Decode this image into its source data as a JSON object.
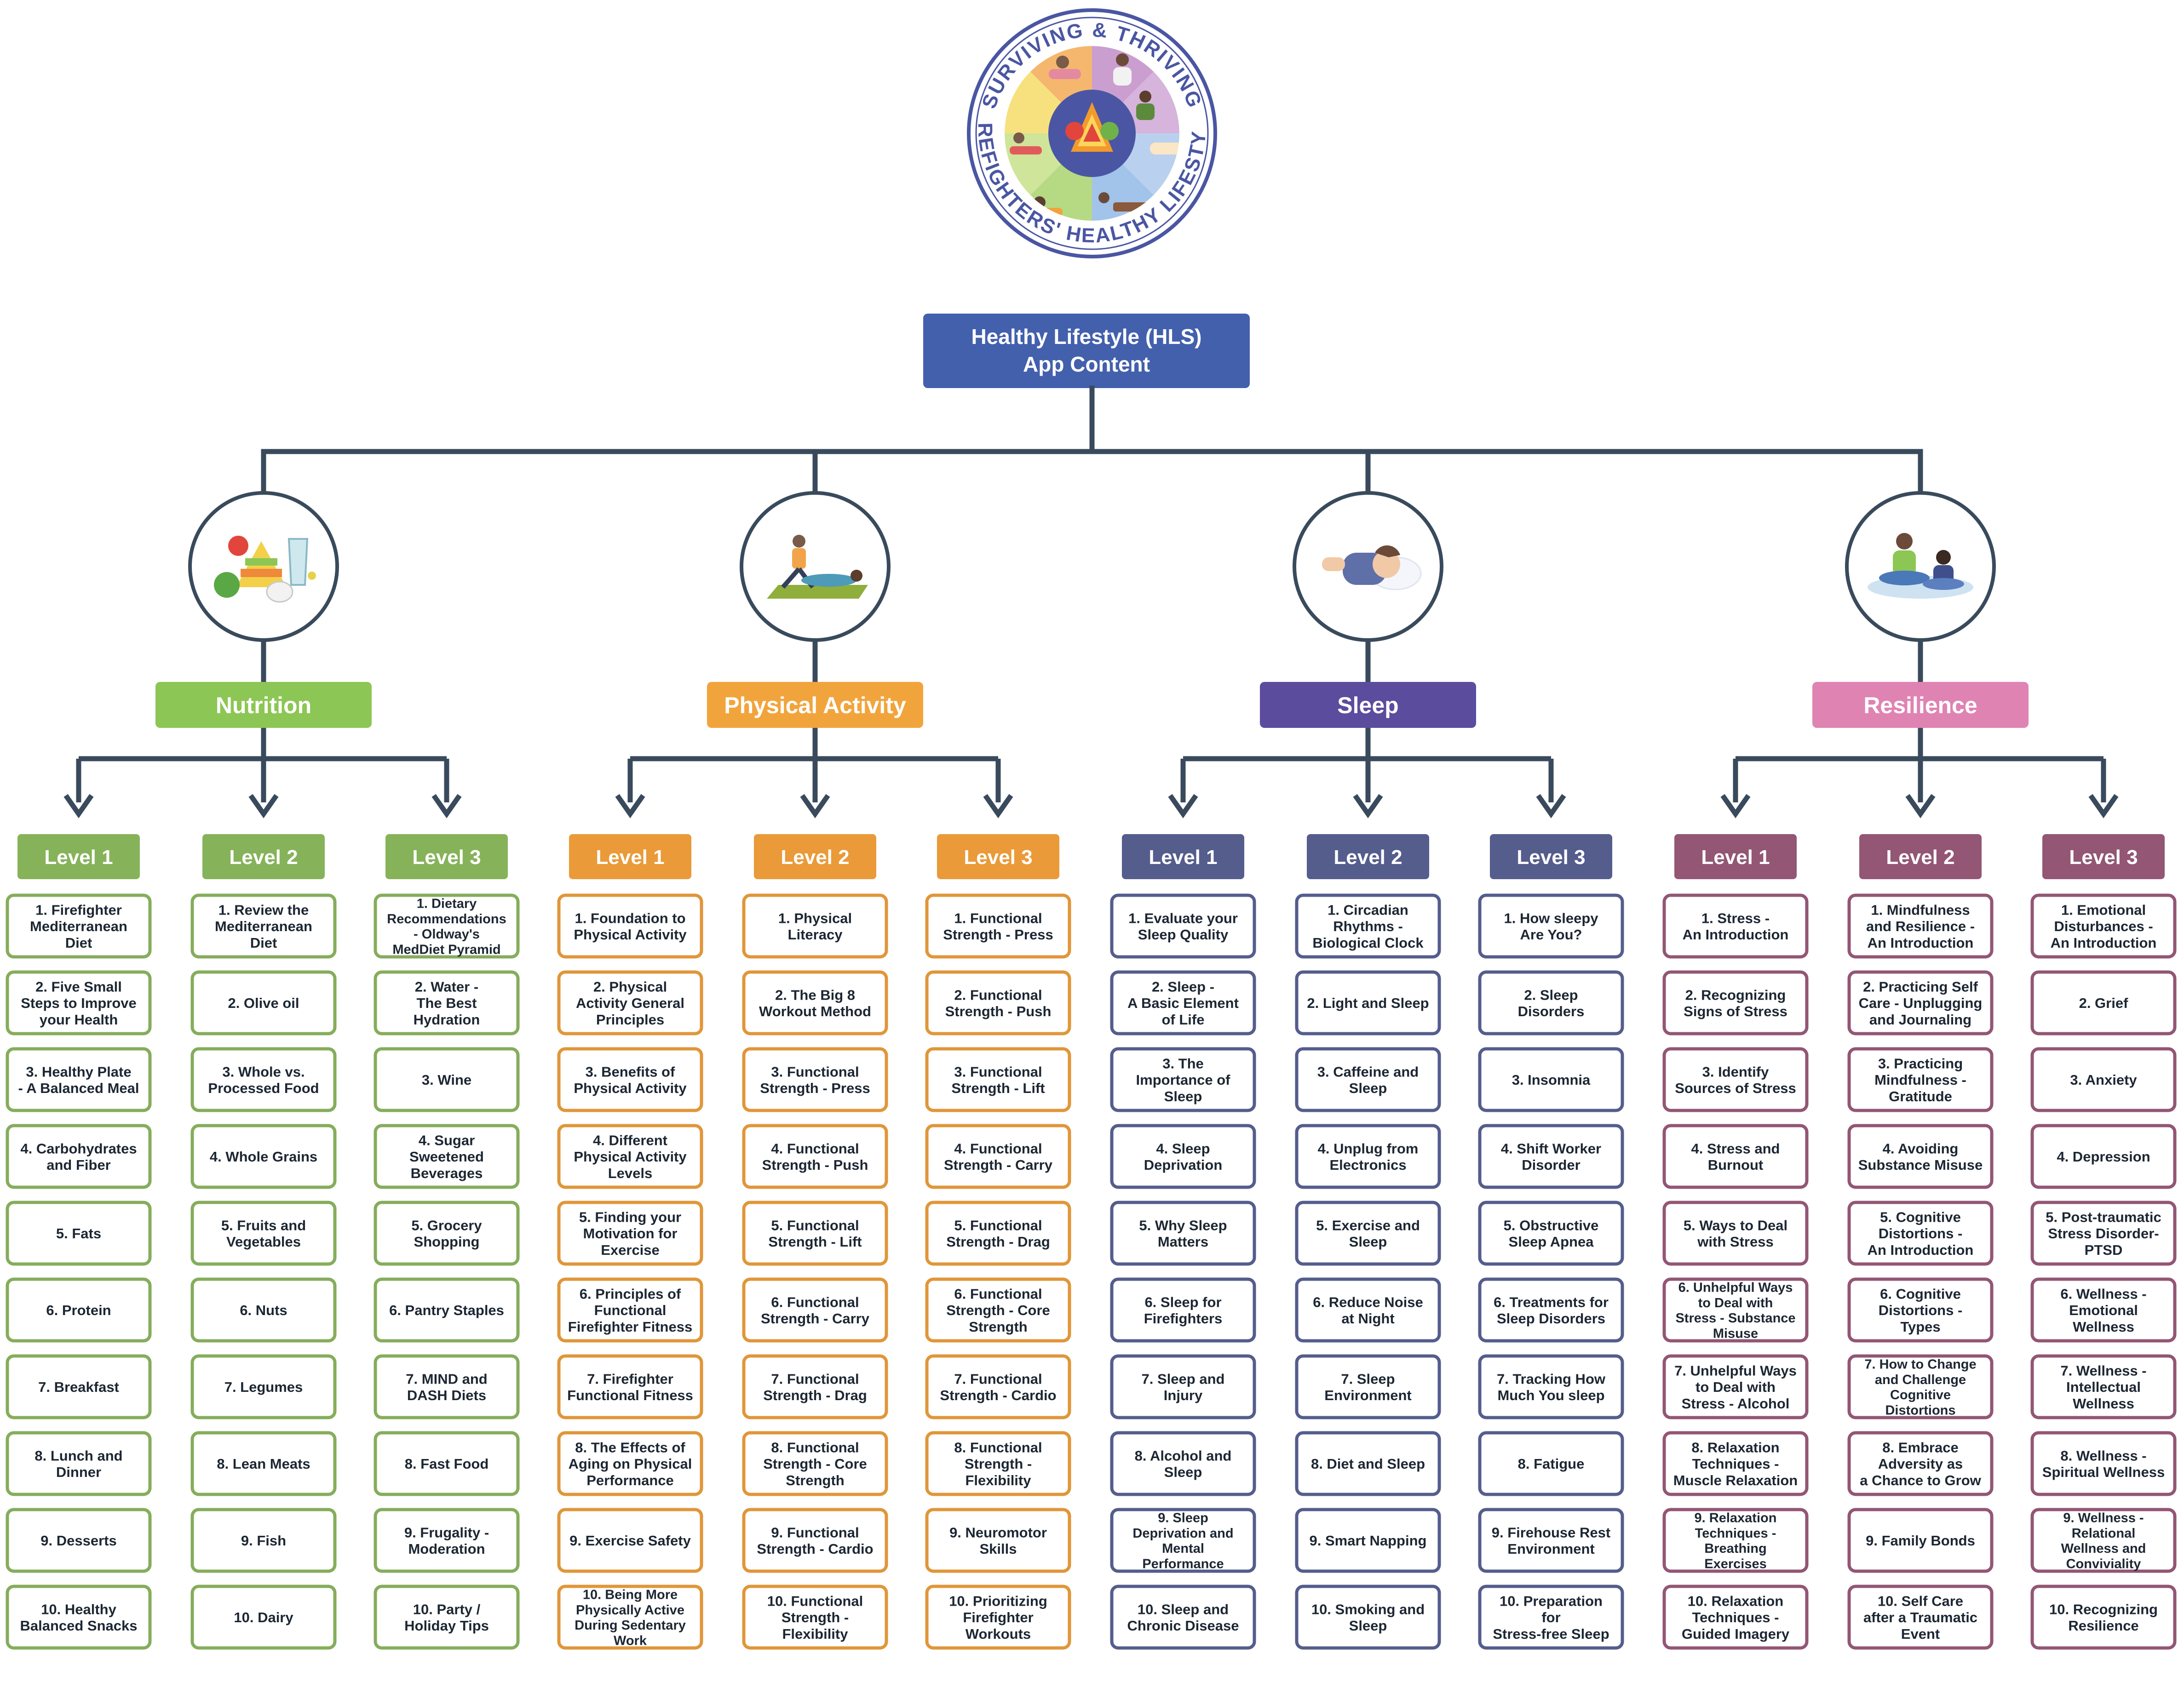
{
  "logo": {
    "arc_top": "SURVIVING & THRIVING",
    "arc_bottom": "FIREFIGHTERS' HEALTHY LIFESTYLE"
  },
  "root": {
    "line1": "Healthy Lifestyle (HLS)",
    "line2": "App Content"
  },
  "colors": {
    "connector": "#394a5c",
    "root": "#4360ad",
    "nutrition": {
      "header": "#8cc654",
      "level": "#86b35a",
      "border": "#85ad5b"
    },
    "physical": {
      "header": "#f2a43c",
      "level": "#ea9a38",
      "border": "#e09639"
    },
    "sleep": {
      "header": "#5c4c9e",
      "level": "#545d8c",
      "border": "#545d8c"
    },
    "resilience": {
      "header": "#df83b3",
      "level": "#935674",
      "border": "#935674"
    }
  },
  "categories": [
    {
      "key": "nutrition",
      "label": "Nutrition",
      "icon": "nutrition-food-pyramid-icon",
      "levels": [
        {
          "label": "Level 1",
          "items": [
            [
              "1. Firefighter",
              "Mediterranean",
              "Diet"
            ],
            [
              "2. Five Small",
              "Steps to Improve",
              "your Health"
            ],
            [
              "3. Healthy Plate",
              "- A Balanced Meal"
            ],
            [
              "4. Carbohydrates",
              "and Fiber"
            ],
            [
              "5. Fats"
            ],
            [
              "6. Protein"
            ],
            [
              "7. Breakfast"
            ],
            [
              "8. Lunch and",
              "Dinner"
            ],
            [
              "9. Desserts"
            ],
            [
              "10. Healthy",
              "Balanced Snacks"
            ]
          ]
        },
        {
          "label": "Level 2",
          "items": [
            [
              "1. Review the",
              "Mediterranean",
              "Diet"
            ],
            [
              "2. Olive oil"
            ],
            [
              "3. Whole vs.",
              "Processed Food"
            ],
            [
              "4. Whole Grains"
            ],
            [
              "5. Fruits and",
              "Vegetables"
            ],
            [
              "6. Nuts"
            ],
            [
              "7. Legumes"
            ],
            [
              "8. Lean Meats"
            ],
            [
              "9. Fish"
            ],
            [
              "10. Dairy"
            ]
          ]
        },
        {
          "label": "Level 3",
          "items": [
            [
              "1. Dietary",
              "Recommendations",
              "- Oldway's",
              "MedDiet Pyramid"
            ],
            [
              "2. Water -",
              "The Best",
              "Hydration"
            ],
            [
              "3. Wine"
            ],
            [
              "4. Sugar",
              "Sweetened",
              "Beverages"
            ],
            [
              "5. Grocery",
              "Shopping"
            ],
            [
              "6. Pantry Staples"
            ],
            [
              "7. MIND and",
              "DASH Diets"
            ],
            [
              "8. Fast Food"
            ],
            [
              "9. Frugality -",
              "Moderation"
            ],
            [
              "10. Party /",
              "Holiday Tips"
            ]
          ]
        }
      ]
    },
    {
      "key": "physical",
      "label": "Physical Activity",
      "icon": "exercise-workout-icon",
      "levels": [
        {
          "label": "Level 1",
          "items": [
            [
              "1. Foundation to",
              "Physical Activity"
            ],
            [
              "2. Physical",
              "Activity General",
              "Principles"
            ],
            [
              "3. Benefits of",
              "Physical Activity"
            ],
            [
              "4. Different",
              "Physical Activity",
              "Levels"
            ],
            [
              "5. Finding your",
              "Motivation for",
              "Exercise"
            ],
            [
              "6. Principles of",
              "Functional",
              "Firefighter Fitness"
            ],
            [
              "7. Firefighter",
              "Functional Fitness"
            ],
            [
              "8. The Effects of",
              "Aging on Physical",
              "Performance"
            ],
            [
              "9. Exercise Safety"
            ],
            [
              "10. Being More",
              "Physically Active",
              "During Sedentary",
              "Work"
            ]
          ]
        },
        {
          "label": "Level 2",
          "items": [
            [
              "1. Physical",
              "Literacy"
            ],
            [
              "2. The Big 8",
              "Workout Method"
            ],
            [
              "3. Functional",
              "Strength - Press"
            ],
            [
              "4. Functional",
              "Strength - Push"
            ],
            [
              "5. Functional",
              "Strength - Lift"
            ],
            [
              "6. Functional",
              "Strength - Carry"
            ],
            [
              "7. Functional",
              "Strength - Drag"
            ],
            [
              "8. Functional",
              "Strength - Core",
              "Strength"
            ],
            [
              "9. Functional",
              "Strength - Cardio"
            ],
            [
              "10. Functional",
              "Strength -",
              "Flexibility"
            ]
          ]
        },
        {
          "label": "Level 3",
          "items": [
            [
              "1. Functional",
              "Strength - Press"
            ],
            [
              "2. Functional",
              "Strength - Push"
            ],
            [
              "3. Functional",
              "Strength - Lift"
            ],
            [
              "4. Functional",
              "Strength - Carry"
            ],
            [
              "5. Functional",
              "Strength - Drag"
            ],
            [
              "6. Functional",
              "Strength - Core",
              "Strength"
            ],
            [
              "7. Functional",
              "Strength - Cardio"
            ],
            [
              "8. Functional",
              "Strength -",
              "Flexibility"
            ],
            [
              "9. Neuromotor",
              "Skills"
            ],
            [
              "10. Prioritizing",
              "Firefighter",
              "Workouts"
            ]
          ]
        }
      ]
    },
    {
      "key": "sleep",
      "label": "Sleep",
      "icon": "sleeping-person-icon",
      "levels": [
        {
          "label": "Level 1",
          "items": [
            [
              "1. Evaluate your",
              "Sleep Quality"
            ],
            [
              "2. Sleep -",
              "A Basic Element",
              "of Life"
            ],
            [
              "3. The",
              "Importance of",
              "Sleep"
            ],
            [
              "4. Sleep",
              "Deprivation"
            ],
            [
              "5. Why Sleep",
              "Matters"
            ],
            [
              "6. Sleep for",
              "Firefighters"
            ],
            [
              "7. Sleep and",
              "Injury"
            ],
            [
              "8. Alcohol and",
              "Sleep"
            ],
            [
              "9. Sleep",
              "Deprivation and",
              "Mental",
              "Performance"
            ],
            [
              "10. Sleep and",
              "Chronic Disease"
            ]
          ]
        },
        {
          "label": "Level 2",
          "items": [
            [
              "1. Circadian",
              "Rhythms -",
              "Biological Clock"
            ],
            [
              "2. Light and Sleep"
            ],
            [
              "3. Caffeine and",
              "Sleep"
            ],
            [
              "4. Unplug from",
              "Electronics"
            ],
            [
              "5. Exercise and",
              "Sleep"
            ],
            [
              "6. Reduce Noise",
              "at Night"
            ],
            [
              "7. Sleep",
              "Environment"
            ],
            [
              "8. Diet and Sleep"
            ],
            [
              "9. Smart Napping"
            ],
            [
              "10. Smoking and",
              "Sleep"
            ]
          ]
        },
        {
          "label": "Level 3",
          "items": [
            [
              "1. How sleepy",
              "Are You?"
            ],
            [
              "2. Sleep",
              "Disorders"
            ],
            [
              "3. Insomnia"
            ],
            [
              "4. Shift Worker",
              "Disorder"
            ],
            [
              "5. Obstructive",
              "Sleep Apnea"
            ],
            [
              "6. Treatments for",
              "Sleep Disorders"
            ],
            [
              "7. Tracking How",
              "Much You sleep"
            ],
            [
              "8. Fatigue"
            ],
            [
              "9. Firehouse Rest",
              "Environment"
            ],
            [
              "10. Preparation",
              "for",
              "Stress-free Sleep"
            ]
          ]
        }
      ]
    },
    {
      "key": "resilience",
      "label": "Resilience",
      "icon": "meditation-icon",
      "levels": [
        {
          "label": "Level 1",
          "items": [
            [
              "1. Stress -",
              "An Introduction"
            ],
            [
              "2. Recognizing",
              "Signs of Stress"
            ],
            [
              "3. Identify",
              "Sources of Stress"
            ],
            [
              "4. Stress and",
              "Burnout"
            ],
            [
              "5. Ways to Deal",
              "with Stress"
            ],
            [
              "6. Unhelpful Ways",
              "to Deal with",
              "Stress - Substance",
              "Misuse"
            ],
            [
              "7. Unhelpful Ways",
              "to Deal with",
              "Stress - Alcohol"
            ],
            [
              "8. Relaxation",
              "Techniques -",
              "Muscle Relaxation"
            ],
            [
              "9. Relaxation",
              "Techniques -",
              "Breathing",
              "Exercises"
            ],
            [
              "10. Relaxation",
              "Techniques -",
              "Guided Imagery"
            ]
          ]
        },
        {
          "label": "Level 2",
          "items": [
            [
              "1. Mindfulness",
              "and Resilience -",
              "An Introduction"
            ],
            [
              "2. Practicing Self",
              "Care - Unplugging",
              "and Journaling"
            ],
            [
              "3. Practicing",
              "Mindfulness -",
              "Gratitude"
            ],
            [
              "4. Avoiding",
              "Substance Misuse"
            ],
            [
              "5. Cognitive",
              "Distortions -",
              "An Introduction"
            ],
            [
              "6. Cognitive",
              "Distortions -",
              "Types"
            ],
            [
              "7. How to Change",
              "and Challenge",
              "Cognitive",
              "Distortions"
            ],
            [
              "8. Embrace",
              "Adversity as",
              "a Chance to Grow"
            ],
            [
              "9. Family Bonds"
            ],
            [
              "10. Self Care",
              "after a Traumatic",
              "Event"
            ]
          ]
        },
        {
          "label": "Level 3",
          "items": [
            [
              "1. Emotional",
              "Disturbances -",
              "An Introduction"
            ],
            [
              "2. Grief"
            ],
            [
              "3. Anxiety"
            ],
            [
              "4. Depression"
            ],
            [
              "5. Post-traumatic",
              "Stress Disorder-",
              "PTSD"
            ],
            [
              "6. Wellness -",
              "Emotional",
              "Wellness"
            ],
            [
              "7. Wellness -",
              "Intellectual",
              "Wellness"
            ],
            [
              "8. Wellness -",
              "Spiritual Wellness"
            ],
            [
              "9. Wellness -",
              "Relational",
              "Wellness and",
              "Conviviality"
            ],
            [
              "10. Recognizing",
              "Resilience"
            ]
          ]
        }
      ]
    }
  ]
}
